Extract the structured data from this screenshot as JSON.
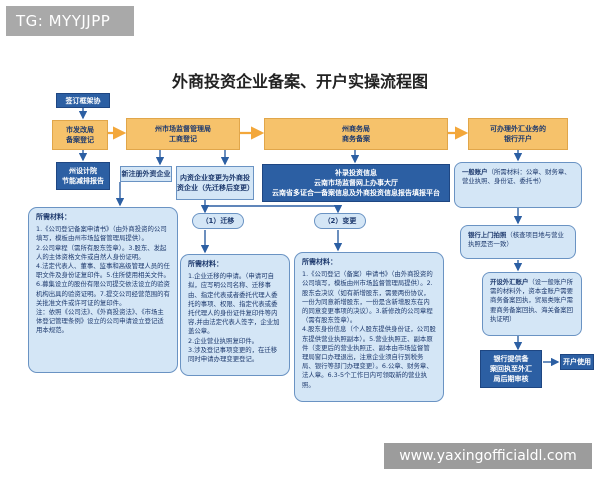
{
  "watermark_top": "TG: MYYJJPP",
  "watermark_bottom": "www.yaxingofficialdl.com",
  "title": "外商投资企业备案、开户实操流程图",
  "boxes": {
    "sign_agreement": "签订框架协",
    "city_reform_1": "市发改局",
    "city_reform_2": "备案登记",
    "market_bureau_1": "州市场监督管理局",
    "market_bureau_2": "工商登记",
    "commerce_bureau_1": "州商务局",
    "commerce_bureau_2": "商务备案",
    "bank_1": "可办理外汇业务的",
    "bank_2": "银行开户",
    "energy_1": "州设计院",
    "energy_2": "节能减排报告",
    "new_register": "新注册外资企业",
    "domestic_change_1": "内资企业变更为外商投",
    "domestic_change_2": "资企业（先迁移后变更）",
    "supplement_1": "补录投资信息",
    "supplement_2": "云南市场监督网上办事大厅",
    "supplement_3": "云南省多证合一备案信息及外商投资信息报告填报平台",
    "migrate": "（1）迁移",
    "change": "（2）变更",
    "general_account_label": "一般账户",
    "general_account_text": "（所需材料：公章、财务章、营业执照、身份证、委托书）",
    "bank_visit_label": "银行上门拍照",
    "bank_visit_text": "（核查项目地与营业执照是否一致）",
    "fx_account_label": "开设外汇账户",
    "fx_account_text": "（设一般账户所需的材料外，资本金账户需要商务备案回执，贸易类账户需要商务备案回执、海关备案回执证明）",
    "bank_submit_1": "银行提供备",
    "bank_submit_2": "案回执至外汇",
    "bank_submit_3": "局后期审核",
    "open_use": "开户使用"
  },
  "materials_left": {
    "head": "所需材料：",
    "lines": [
      "1.《公司登记备案申请书》（由外商投资的公司填写，模板由州市场监督管理局提供）。",
      "2.公司章程（需所有股东签章）。3.股东、发起人的主体资格文件或自然人身份证明。",
      "4.法定代表人、董事、监事和高级管理人员的任职文件及身份证复印件。5.住所使用相关文件。6.募集设立的股份有限公司提交依法设立的验资机构出具的验资证明。7.提交公司经营范围的有关批准文件或许可证的复印件。",
      "注：依照《公司法》、《外商投资法》、《市场主体登记管理条例》设立的公司申请设立登记适用本规范。"
    ]
  },
  "materials_mid": {
    "head": "所需材料：",
    "lines": [
      "1.企业迁移的申请。（申请可自拟，应写明公司名称、迁移事由、指定代表或者委托代理人委托的事项、权限、指定代表或委托代理人的身份证件复印件等内容,并由法定代表人签字，企业加盖公章。",
      "2.企业营业执照复印件。",
      "3.涉及登记事项变更的，在迁移同时申请办理变更登记。"
    ]
  },
  "materials_right": {
    "head": "所需材料：",
    "lines": [
      "1.《公司登记（备案）申请书》（由外商投资的公司填写，模板由州市场监督管理局提供）。2.股东会决议（如有新增股东，需要两份协议，一份为同意新增股东，一份是含新增股东在内的同意变更事项的决议）。3.新修改的公司章程（需有股东签章）。",
      "4.股东身份信息（个人股东提供身份证，公司股东提供营业执照副本）。5.营业执照正、副本原件（变更后的营业执照正、副本由市场监督管理局窗口办理退出，注意企业须自行到税务局、银行等部门办理变更）。6.公章、财务章、法人章。6.3-5个工作日内可领取新的营业执照。"
    ]
  }
}
